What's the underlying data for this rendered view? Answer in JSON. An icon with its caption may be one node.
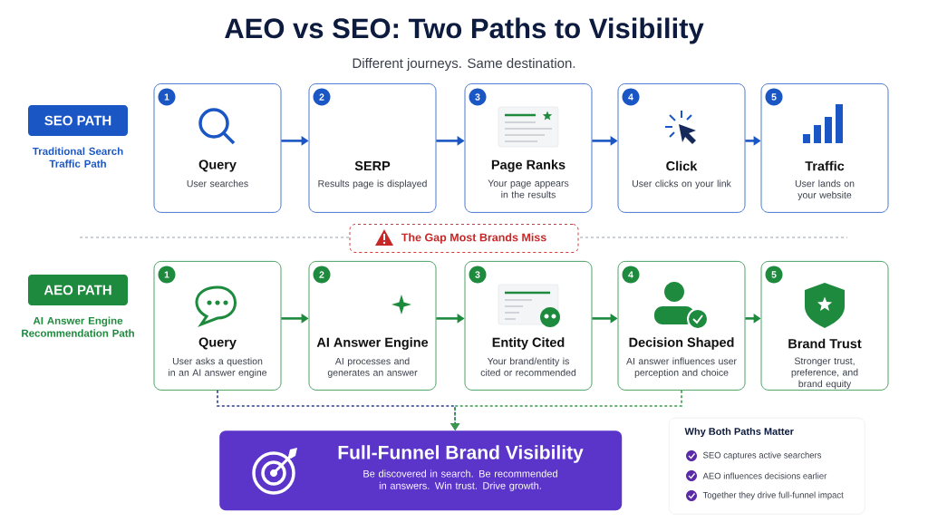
{
  "diagram": {
    "title": "AEO vs SEO: Two Paths to Visibility",
    "nodes": [
      {
        "text": [
          "SEO PATH"
        ],
        "beside": [
          "Traditional Search Traffic Path"
        ]
      },
      {
        "text": [
          "1",
          "Query",
          "User searches"
        ]
      },
      {
        "text": [
          "2",
          "SERP",
          "Results page is displayed"
        ]
      },
      {
        "text": [
          "3",
          "Page Ranks",
          "Your page appears in the results"
        ]
      },
      {
        "text": [
          "4",
          "Click",
          "User clicks on your link"
        ]
      },
      {
        "text": [
          "5",
          "Traffic",
          "User lands on your website"
        ]
      },
      {
        "text": [
          "The Gap Most Brands Miss"
        ]
      },
      {
        "text": [
          "AEO PATH"
        ],
        "beside": [
          "AI Answer Engine Recommendation Path"
        ]
      },
      {
        "text": [
          "1",
          "Query",
          "User asks a question in an AI answer engine"
        ]
      },
      {
        "text": [
          "2",
          "AI Answer Engine",
          "AI processes and generates an answer"
        ]
      },
      {
        "text": [
          "3",
          "Entity Cited",
          "Your brand/entity is cited or recommended"
        ]
      },
      {
        "text": [
          "4",
          "Decision Shaped",
          "AI answer influences user perception and choice"
        ]
      },
      {
        "text": [
          "5",
          "Brand Trust",
          "Stronger trust, preference, and brand equity"
        ]
      },
      {
        "text": [
          "Full-Funnel Brand Visibility",
          "Be discovered in search. Be recommended in answers. Win trust. Drive growth."
        ]
      },
      {
        "text": [
          "Why Both Paths Matter",
          "SEO captures active searchers",
          "AEO influences decisions earlier",
          "Together they drive full-funnel impact"
        ]
      }
    ],
    "edges": [
      {
        "from": 1,
        "to": 2,
        "arrow": "to",
        "color": "#1a56c4"
      },
      {
        "from": 2,
        "to": 3,
        "arrow": "to",
        "color": "#1a56c4"
      },
      {
        "from": 3,
        "to": 4,
        "arrow": "to",
        "color": "#1a56c4"
      },
      {
        "from": 4,
        "to": 5,
        "arrow": "to",
        "color": "#1a56c4"
      },
      {
        "from": 8,
        "to": 9,
        "arrow": "to",
        "color": "#1e8a3e"
      },
      {
        "from": 9,
        "to": 10,
        "arrow": "to",
        "color": "#1e8a3e"
      },
      {
        "from": 10,
        "to": 11,
        "arrow": "to",
        "color": "#1e8a3e"
      },
      {
        "from": 11,
        "to": 12,
        "arrow": "to",
        "color": "#1e8a3e"
      },
      {
        "from": 8,
        "to": 13,
        "arrow": "to",
        "style": "dashed",
        "color": "#2b3d8f"
      },
      {
        "from": 11,
        "to": 13,
        "arrow": "to",
        "style": "dashed",
        "color": "#3a9a4a"
      }
    ],
    "labels": [
      "Different journeys. Same destination."
    ]
  }
}
